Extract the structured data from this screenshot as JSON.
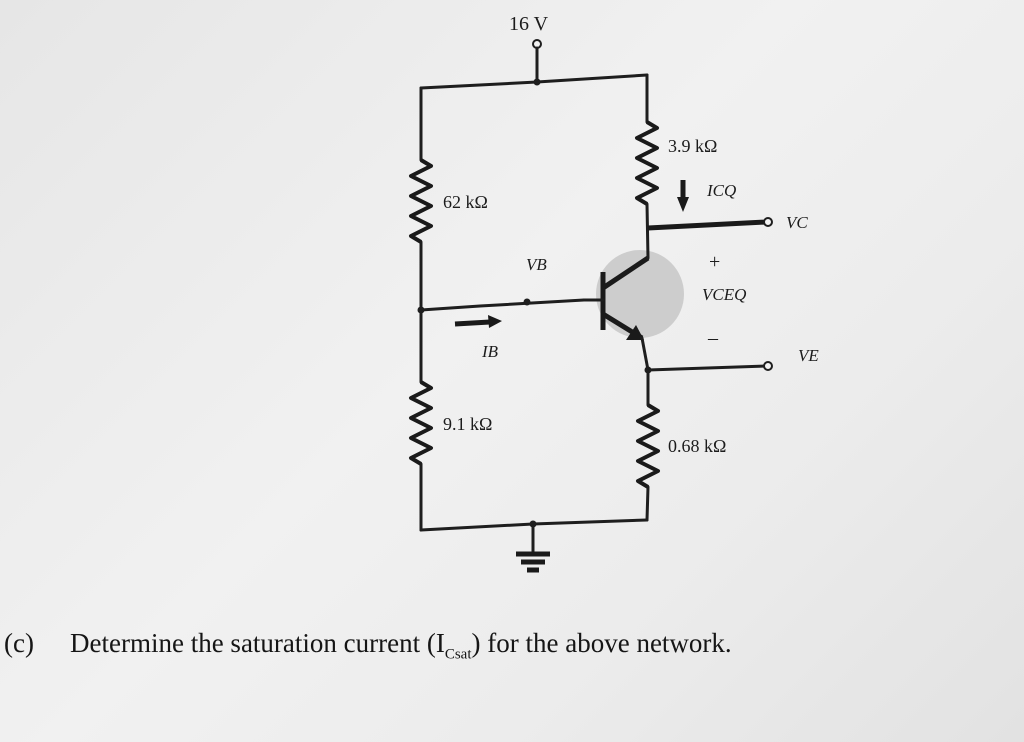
{
  "circuit": {
    "supply_voltage": "16 V",
    "r1": "62 kΩ",
    "r2": "9.1 kΩ",
    "rc": "3.9 kΩ",
    "re": "0.68 kΩ",
    "vb": "VB",
    "ib": "IB",
    "icq": "ICQ",
    "vc": "VC",
    "vceq": "VCEQ",
    "ve": "VE",
    "plus": "+",
    "minus": "–"
  },
  "question": {
    "label": "(c)",
    "text_before": "Determine the saturation current (I",
    "subscript": "Csat",
    "text_after": ") for the above network."
  }
}
